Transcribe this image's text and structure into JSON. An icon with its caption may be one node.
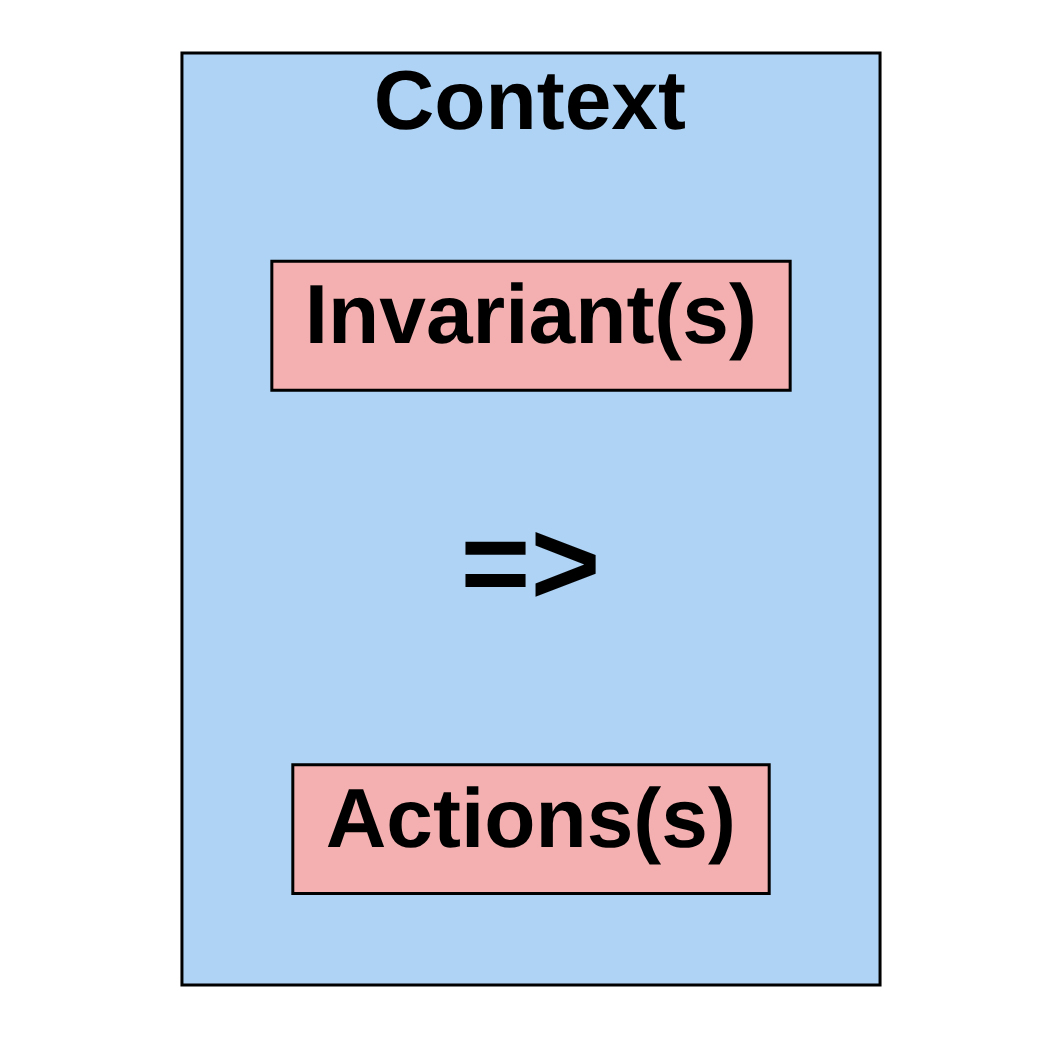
{
  "diagram": {
    "nodes": [
      {
        "text": [
          "Context"
        ]
      },
      {
        "text": [
          "Invariant(s)"
        ],
        "in": 0
      },
      {
        "text": [
          "Actions(s)"
        ],
        "in": 0
      }
    ],
    "labels": [
      "=>"
    ]
  }
}
